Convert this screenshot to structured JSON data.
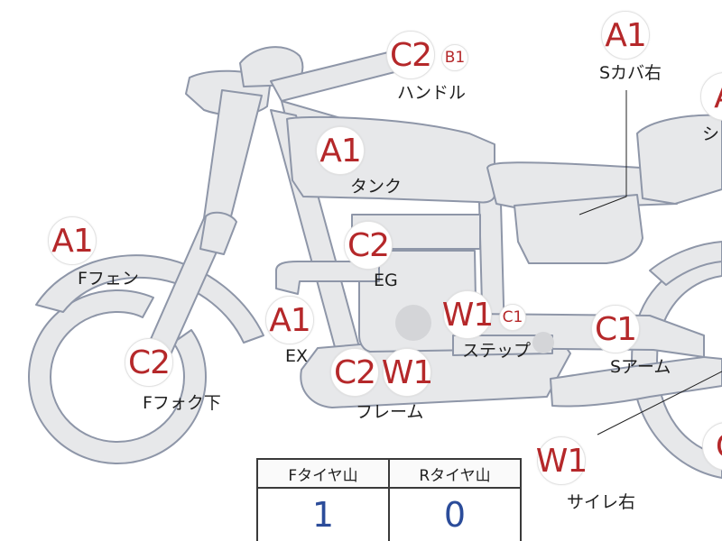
{
  "parts": [
    {
      "code": "C2",
      "sub": "B1",
      "label": "ハンドル"
    },
    {
      "code": "A1",
      "label": "Sカバ右"
    },
    {
      "code": "A1",
      "label": "タンク"
    },
    {
      "code": "A1",
      "label": "Fフェン"
    },
    {
      "code": "C2",
      "label": "EG"
    },
    {
      "code": "A1",
      "label": "EX"
    },
    {
      "code": "W1",
      "sub": "C1",
      "label": "ステップ"
    },
    {
      "code": "C1",
      "label": "Sアーム"
    },
    {
      "code": "C2",
      "label": "Fフォク下"
    },
    {
      "code": "C2",
      "label": "フレーム"
    },
    {
      "code": "W1"
    },
    {
      "code": "W1",
      "label": "サイレ右"
    },
    {
      "code": "A",
      "label": "シ"
    },
    {
      "code": "C"
    }
  ],
  "tire_table": {
    "headers": [
      "Fタイヤ山",
      "Rタイヤ山"
    ],
    "values": [
      "1",
      "0"
    ]
  },
  "colors": {
    "badge_text": "#b5282a",
    "value_text": "#2b4c9a",
    "part_fill": "#e7e8ea",
    "part_stroke": "#8e96a8"
  }
}
